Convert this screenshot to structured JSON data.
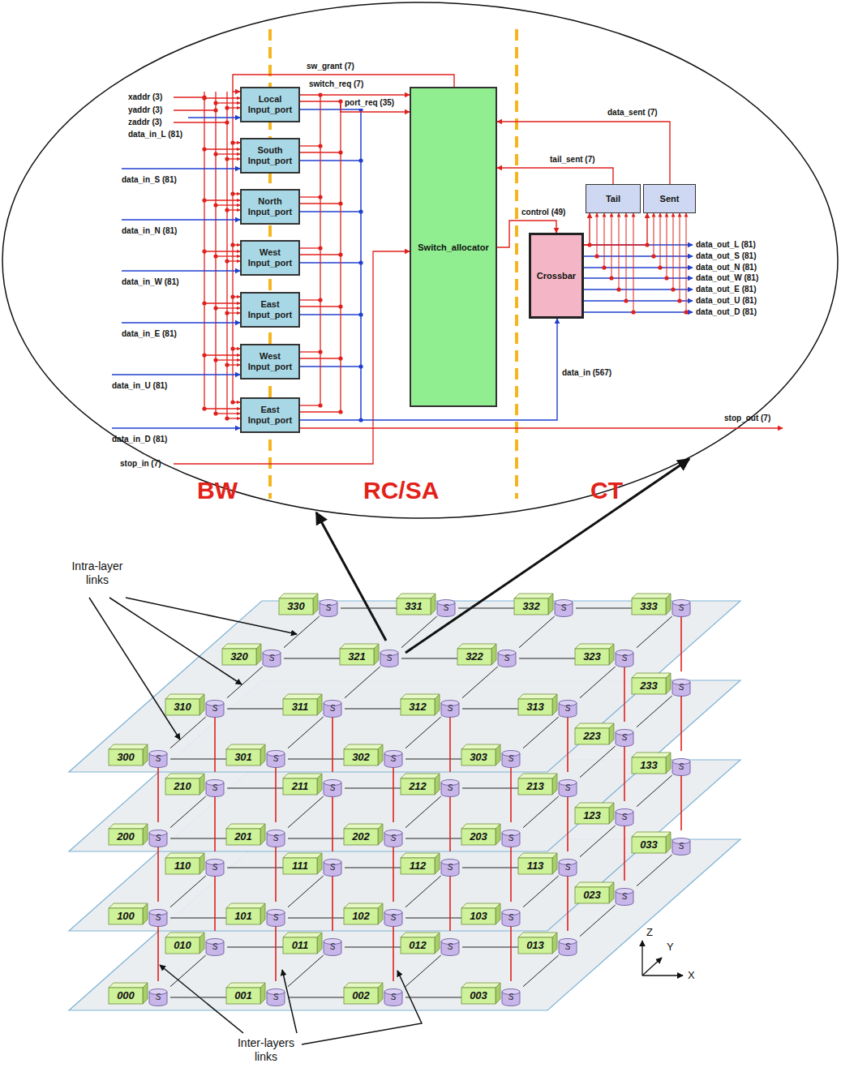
{
  "diagram": {
    "nodes": [
      {
        "text": [
          "Local Input_port"
        ]
      },
      {
        "text": [
          "South Input_port"
        ]
      },
      {
        "text": [
          "North Input_port"
        ]
      },
      {
        "text": [
          "West Input_port"
        ]
      },
      {
        "text": [
          "East Input_port"
        ]
      },
      {
        "text": [
          "West Input_port"
        ]
      },
      {
        "text": [
          "East Input_port"
        ]
      },
      {
        "text": [
          "Switch_allocator"
        ]
      },
      {
        "text": [
          "Tail"
        ]
      },
      {
        "text": [
          "Sent"
        ]
      },
      {
        "text": [
          "Crossbar"
        ]
      },
      {
        "text": [
          "330",
          "S"
        ]
      },
      {
        "text": [
          "331",
          "S"
        ]
      },
      {
        "text": [
          "332",
          "S"
        ]
      },
      {
        "text": [
          "333",
          "S"
        ]
      },
      {
        "text": [
          "320",
          "S"
        ]
      },
      {
        "text": [
          "321",
          "S"
        ]
      },
      {
        "text": [
          "322",
          "S"
        ]
      },
      {
        "text": [
          "323",
          "S"
        ]
      },
      {
        "text": [
          "310",
          "S"
        ]
      },
      {
        "text": [
          "311",
          "S"
        ]
      },
      {
        "text": [
          "312",
          "S"
        ]
      },
      {
        "text": [
          "313",
          "S"
        ]
      },
      {
        "text": [
          "300",
          "S"
        ]
      },
      {
        "text": [
          "301",
          "S"
        ]
      },
      {
        "text": [
          "302",
          "S"
        ]
      },
      {
        "text": [
          "303",
          "S"
        ]
      },
      {
        "text": [
          "233",
          "S"
        ]
      },
      {
        "text": [
          "223",
          "S"
        ]
      },
      {
        "text": [
          "210",
          "S"
        ]
      },
      {
        "text": [
          "211",
          "S"
        ]
      },
      {
        "text": [
          "212",
          "S"
        ]
      },
      {
        "text": [
          "213",
          "S"
        ]
      },
      {
        "text": [
          "200",
          "S"
        ]
      },
      {
        "text": [
          "201",
          "S"
        ]
      },
      {
        "text": [
          "202",
          "S"
        ]
      },
      {
        "text": [
          "203",
          "S"
        ]
      },
      {
        "text": [
          "133",
          "S"
        ]
      },
      {
        "text": [
          "123",
          "S"
        ]
      },
      {
        "text": [
          "110",
          "S"
        ]
      },
      {
        "text": [
          "111",
          "S"
        ]
      },
      {
        "text": [
          "112",
          "S"
        ]
      },
      {
        "text": [
          "113",
          "S"
        ]
      },
      {
        "text": [
          "100",
          "S"
        ]
      },
      {
        "text": [
          "101",
          "S"
        ]
      },
      {
        "text": [
          "102",
          "S"
        ]
      },
      {
        "text": [
          "103",
          "S"
        ]
      },
      {
        "text": [
          "033",
          "S"
        ]
      },
      {
        "text": [
          "023",
          "S"
        ]
      },
      {
        "text": [
          "010",
          "S"
        ]
      },
      {
        "text": [
          "011",
          "S"
        ]
      },
      {
        "text": [
          "012",
          "S"
        ]
      },
      {
        "text": [
          "013",
          "S"
        ]
      },
      {
        "text": [
          "000",
          "S"
        ]
      },
      {
        "text": [
          "001",
          "S"
        ]
      },
      {
        "text": [
          "002",
          "S"
        ]
      },
      {
        "text": [
          "003",
          "S"
        ]
      }
    ],
    "edges": [
      {
        "from": 0,
        "to": 7,
        "arrow": "to",
        "label": "switch_req (7)"
      },
      {
        "from": 0,
        "to": 7,
        "arrow": "to",
        "label": "port_req (35)"
      },
      {
        "from": 7,
        "to": 0,
        "arrow": "to",
        "label": "sw_grant (7)"
      },
      {
        "from": 6,
        "to": 10,
        "arrow": "to",
        "label": "data_in (567)"
      },
      {
        "from": 7,
        "to": 10,
        "arrow": "to",
        "label": "control (49)"
      },
      {
        "from": 8,
        "to": 7,
        "arrow": "to",
        "label": "tail_sent (7)"
      },
      {
        "from": 9,
        "to": 7,
        "arrow": "to",
        "label": "data_sent (7)"
      },
      {
        "from": 10,
        "to": 8,
        "arrow": "to"
      },
      {
        "from": 10,
        "to": 9,
        "arrow": "to"
      },
      {
        "from": 11,
        "to": 12,
        "arrow": "none"
      },
      {
        "from": 12,
        "to": 13,
        "arrow": "none"
      },
      {
        "from": 13,
        "to": 14,
        "arrow": "none"
      },
      {
        "from": 15,
        "to": 16,
        "arrow": "none"
      },
      {
        "from": 16,
        "to": 17,
        "arrow": "none"
      },
      {
        "from": 17,
        "to": 18,
        "arrow": "none"
      },
      {
        "from": 19,
        "to": 20,
        "arrow": "none"
      },
      {
        "from": 20,
        "to": 21,
        "arrow": "none"
      },
      {
        "from": 21,
        "to": 22,
        "arrow": "none"
      },
      {
        "from": 23,
        "to": 24,
        "arrow": "none"
      },
      {
        "from": 24,
        "to": 25,
        "arrow": "none"
      },
      {
        "from": 25,
        "to": 26,
        "arrow": "none"
      },
      {
        "from": 23,
        "to": 19,
        "arrow": "none"
      },
      {
        "from": 19,
        "to": 15,
        "arrow": "none"
      },
      {
        "from": 15,
        "to": 11,
        "arrow": "none"
      },
      {
        "from": 24,
        "to": 20,
        "arrow": "none"
      },
      {
        "from": 20,
        "to": 16,
        "arrow": "none"
      },
      {
        "from": 16,
        "to": 12,
        "arrow": "none"
      },
      {
        "from": 25,
        "to": 21,
        "arrow": "none"
      },
      {
        "from": 21,
        "to": 17,
        "arrow": "none"
      },
      {
        "from": 17,
        "to": 13,
        "arrow": "none"
      },
      {
        "from": 26,
        "to": 22,
        "arrow": "none"
      },
      {
        "from": 22,
        "to": 18,
        "arrow": "none"
      },
      {
        "from": 18,
        "to": 14,
        "arrow": "none"
      },
      {
        "from": 29,
        "to": 30,
        "arrow": "none"
      },
      {
        "from": 30,
        "to": 31,
        "arrow": "none"
      },
      {
        "from": 31,
        "to": 32,
        "arrow": "none"
      },
      {
        "from": 33,
        "to": 34,
        "arrow": "none"
      },
      {
        "from": 34,
        "to": 35,
        "arrow": "none"
      },
      {
        "from": 35,
        "to": 36,
        "arrow": "none"
      },
      {
        "from": 33,
        "to": 29,
        "arrow": "none"
      },
      {
        "from": 34,
        "to": 30,
        "arrow": "none"
      },
      {
        "from": 35,
        "to": 31,
        "arrow": "none"
      },
      {
        "from": 36,
        "to": 32,
        "arrow": "none"
      },
      {
        "from": 32,
        "to": 28,
        "arrow": "none"
      },
      {
        "from": 28,
        "to": 27,
        "arrow": "none"
      },
      {
        "from": 39,
        "to": 40,
        "arrow": "none"
      },
      {
        "from": 40,
        "to": 41,
        "arrow": "none"
      },
      {
        "from": 41,
        "to": 42,
        "arrow": "none"
      },
      {
        "from": 43,
        "to": 44,
        "arrow": "none"
      },
      {
        "from": 44,
        "to": 45,
        "arrow": "none"
      },
      {
        "from": 45,
        "to": 46,
        "arrow": "none"
      },
      {
        "from": 43,
        "to": 39,
        "arrow": "none"
      },
      {
        "from": 44,
        "to": 40,
        "arrow": "none"
      },
      {
        "from": 45,
        "to": 41,
        "arrow": "none"
      },
      {
        "from": 46,
        "to": 42,
        "arrow": "none"
      },
      {
        "from": 42,
        "to": 38,
        "arrow": "none"
      },
      {
        "from": 38,
        "to": 37,
        "arrow": "none"
      },
      {
        "from": 49,
        "to": 50,
        "arrow": "none"
      },
      {
        "from": 50,
        "to": 51,
        "arrow": "none"
      },
      {
        "from": 51,
        "to": 52,
        "arrow": "none"
      },
      {
        "from": 53,
        "to": 54,
        "arrow": "none"
      },
      {
        "from": 54,
        "to": 55,
        "arrow": "none"
      },
      {
        "from": 55,
        "to": 56,
        "arrow": "none"
      },
      {
        "from": 53,
        "to": 49,
        "arrow": "none"
      },
      {
        "from": 54,
        "to": 50,
        "arrow": "none"
      },
      {
        "from": 55,
        "to": 51,
        "arrow": "none"
      },
      {
        "from": 56,
        "to": 52,
        "arrow": "none"
      },
      {
        "from": 52,
        "to": 48,
        "arrow": "none"
      },
      {
        "from": 48,
        "to": 47,
        "arrow": "none"
      },
      {
        "from": 27,
        "to": 14,
        "arrow": "none"
      },
      {
        "from": 28,
        "to": 18,
        "arrow": "none"
      },
      {
        "from": 29,
        "to": 19,
        "arrow": "none"
      },
      {
        "from": 30,
        "to": 20,
        "arrow": "none"
      },
      {
        "from": 31,
        "to": 21,
        "arrow": "none"
      },
      {
        "from": 32,
        "to": 22,
        "arrow": "none"
      },
      {
        "from": 33,
        "to": 23,
        "arrow": "none"
      },
      {
        "from": 34,
        "to": 24,
        "arrow": "none"
      },
      {
        "from": 35,
        "to": 25,
        "arrow": "none"
      },
      {
        "from": 36,
        "to": 26,
        "arrow": "none"
      },
      {
        "from": 37,
        "to": 27,
        "arrow": "none"
      },
      {
        "from": 38,
        "to": 28,
        "arrow": "none"
      },
      {
        "from": 39,
        "to": 29,
        "arrow": "none"
      },
      {
        "from": 40,
        "to": 30,
        "arrow": "none"
      },
      {
        "from": 41,
        "to": 31,
        "arrow": "none"
      },
      {
        "from": 42,
        "to": 32,
        "arrow": "none"
      },
      {
        "from": 43,
        "to": 33,
        "arrow": "none"
      },
      {
        "from": 44,
        "to": 34,
        "arrow": "none"
      },
      {
        "from": 45,
        "to": 35,
        "arrow": "none"
      },
      {
        "from": 46,
        "to": 36,
        "arrow": "none"
      },
      {
        "from": 47,
        "to": 37,
        "arrow": "none"
      },
      {
        "from": 48,
        "to": 38,
        "arrow": "none"
      },
      {
        "from": 49,
        "to": 39,
        "arrow": "none"
      },
      {
        "from": 50,
        "to": 40,
        "arrow": "none"
      },
      {
        "from": 51,
        "to": 41,
        "arrow": "none"
      },
      {
        "from": 52,
        "to": 42,
        "arrow": "none"
      },
      {
        "from": 53,
        "to": 43,
        "arrow": "none"
      },
      {
        "from": 54,
        "to": 44,
        "arrow": "none"
      },
      {
        "from": 55,
        "to": 45,
        "arrow": "none"
      },
      {
        "from": 56,
        "to": 46,
        "arrow": "none"
      }
    ],
    "labels": [
      "xaddr (3)",
      "yaddr (3)",
      "zaddr (3)",
      "data_in_L (81)",
      "data_in_S (81)",
      "data_in_N (81)",
      "data_in_W (81)",
      "data_in_E (81)",
      "data_in_U (81)",
      "data_in_D (81)",
      "stop_in (7)",
      "data_out_L (81)",
      "data_out_S (81)",
      "data_out_N (81)",
      "data_out_W (81)",
      "data_out_E (81)",
      "data_out_U (81)",
      "data_out_D (81)",
      "stop_out (7)",
      "BW",
      "RC/SA",
      "CT",
      "Intra-layer links",
      "Inter-layers links",
      "Z",
      "Y",
      "X"
    ]
  }
}
